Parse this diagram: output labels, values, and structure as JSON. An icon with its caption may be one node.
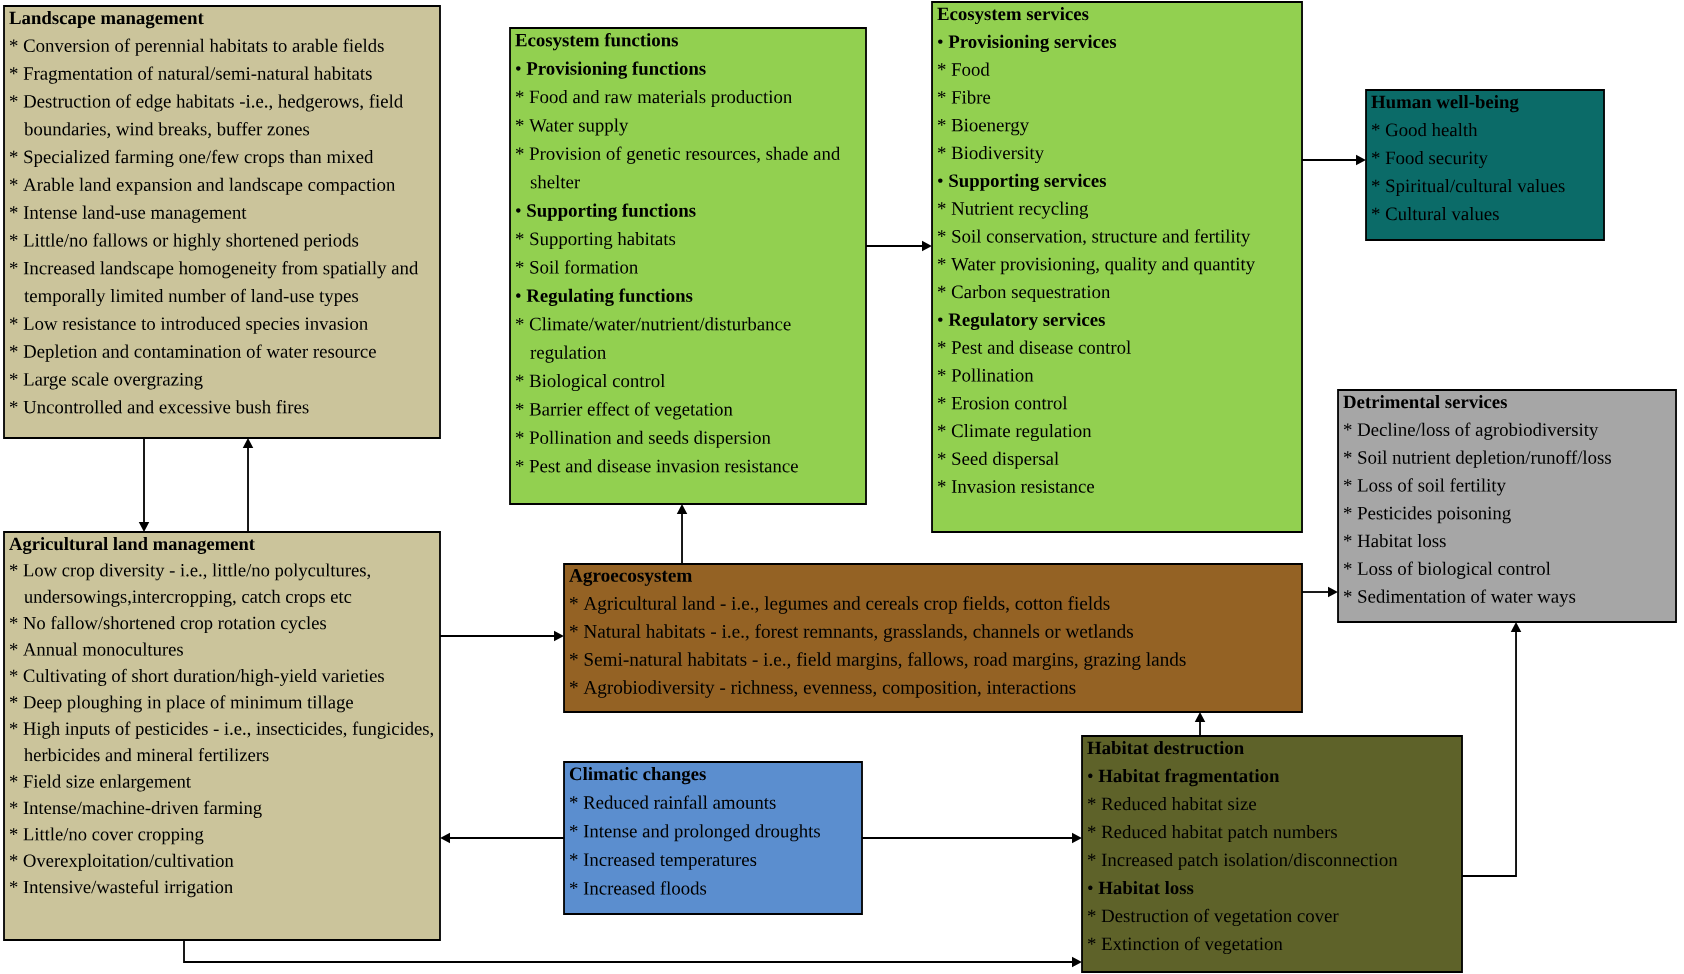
{
  "diagram": {
    "nodes": [
      {
        "text": [
          "Landscape management",
          "* Conversion of perennial habitats to arable fields",
          "* Fragmentation of natural/semi-natural habitats",
          "* Destruction of edge habitats -i.e., hedgerows, field boundaries, wind breaks, buffer zones",
          "* Specialized farming one/few crops than mixed",
          "* Arable land expansion and landscape compaction",
          "* Intense land-use management",
          "* Little/no fallows or highly shortened periods",
          "* Increased landscape homogeneity from spatially and temporally limited number of land-use types",
          "* Low resistance to introduced species invasion",
          "* Depletion and contamination of water resource",
          "* Large scale overgrazing",
          "* Uncontrolled and excessive bush fires"
        ]
      },
      {
        "text": [
          "Agricultural land management",
          "* Low crop diversity - i.e., little/no polycultures, undersowings,intercropping, catch crops etc",
          "* No fallow/shortened crop rotation cycles",
          "* Annual monocultures",
          "* Cultivating of short duration/high-yield varieties",
          "* Deep ploughing in place of minimum tillage",
          "* High inputs of pesticides - i.e., insecticides, fungicides, herbicides and mineral fertilizers",
          "* Field size enlargement",
          "* Intense/machine-driven farming",
          "* Little/no cover cropping",
          "* Overexploitation/cultivation",
          "* Intensive/wasteful irrigation"
        ]
      },
      {
        "text": [
          "Ecosystem functions",
          "• **Provisioning functions**",
          "* Food and raw materials production",
          "* Water supply",
          "* Provision of genetic resources, shade and shelter",
          "• **Supporting functions**",
          "* Supporting habitats",
          "* Soil formation",
          "• **Regulating functions**",
          "* Climate/water/nutrient/disturbance regulation",
          "* Biological control",
          "* Barrier effect of vegetation",
          "* Pollination and seeds dispersion",
          "* Pest and disease invasion resistance"
        ]
      },
      {
        "text": [
          "Ecosystem services",
          "• **Provisioning services**",
          "* Food",
          "* Fibre",
          "* Bioenergy",
          "* Biodiversity",
          "• **Supporting services**",
          "* Nutrient recycling",
          "* Soil conservation, structure and fertility",
          "* Water provisioning, quality and quantity",
          "* Carbon sequestration",
          "• **Regulatory services**",
          "* Pest and disease control",
          "* Pollination",
          "* Erosion control",
          "* Climate regulation",
          "* Seed dispersal",
          "* Invasion resistance"
        ]
      },
      {
        "text": [
          "Human well-being",
          "* Good health",
          "* Food security",
          "* Spiritual/cultural values",
          "* Cultural values"
        ]
      },
      {
        "text": [
          "Detrimental services",
          "* Decline/loss of agrobiodiversity",
          "* Soil nutrient depletion/runoff/loss",
          "* Loss of soil fertility",
          "* Pesticides poisoning",
          "* Habitat loss",
          "* Loss of biological control",
          "* Sedimentation of water ways"
        ]
      },
      {
        "text": [
          "Agroecosystem",
          "* Agricultural land - i.e., legumes and cereals crop fields, cotton fields",
          "* Natural habitats - i.e., forest remnants, grasslands, channels or wetlands",
          "* Semi-natural habitats - i.e., field margins, fallows, road margins, grazing lands",
          "* Agrobiodiversity - richness, evenness, composition, interactions"
        ]
      },
      {
        "text": [
          "Climatic changes",
          "* Reduced rainfall amounts",
          "* Intense and prolonged droughts",
          "* Increased temperatures",
          "* Increased floods"
        ]
      },
      {
        "text": [
          "Habitat destruction",
          "• **Habitat fragmentation**",
          "* Reduced habitat size",
          "* Reduced habitat patch numbers",
          "* Increased patch isolation/disconnection",
          "• **Habitat loss**",
          "* Destruction of vegetation cover",
          "* Extinction of vegetation"
        ]
      }
    ],
    "edges": [
      {
        "from": 0,
        "to": 1,
        "arrow": "to"
      },
      {
        "from": 1,
        "to": 0,
        "arrow": "to"
      },
      {
        "from": 1,
        "to": 6,
        "arrow": "to"
      },
      {
        "from": 7,
        "to": 1,
        "arrow": "to"
      },
      {
        "from": 7,
        "to": 8,
        "arrow": "to"
      },
      {
        "from": 1,
        "to": 8,
        "arrow": "to"
      },
      {
        "from": 6,
        "to": 2,
        "arrow": "to"
      },
      {
        "from": 2,
        "to": 3,
        "arrow": "to"
      },
      {
        "from": 3,
        "to": 4,
        "arrow": "to"
      },
      {
        "from": 6,
        "to": 5,
        "arrow": "to"
      },
      {
        "from": 8,
        "to": 6,
        "arrow": "to"
      },
      {
        "from": 8,
        "to": 5,
        "arrow": "to"
      }
    ]
  }
}
